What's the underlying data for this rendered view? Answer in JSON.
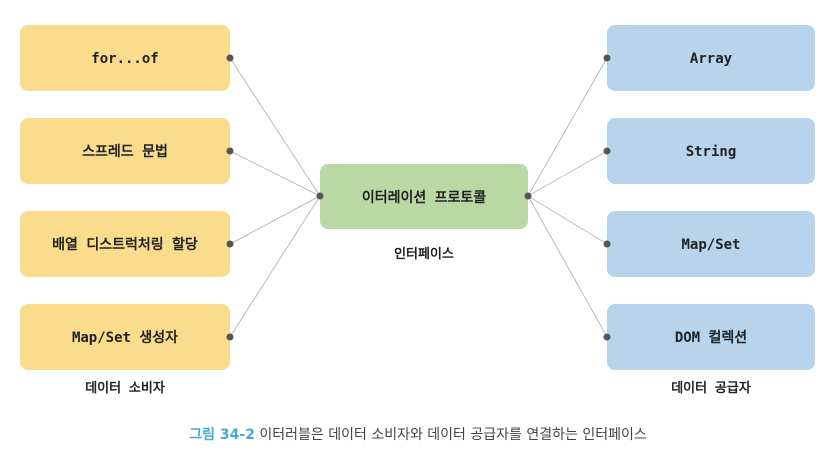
{
  "colors": {
    "consumer_fill": "#f9dc8c",
    "provider_fill": "#b8d4ec",
    "interface_fill": "#b9d8a4",
    "connector_line": "#bbbbbb",
    "connector_dot": "#555555",
    "figure_number": "#4aa8d8"
  },
  "consumers": {
    "caption": "데이터 소비자",
    "items": [
      "for...of",
      "스프레드 문법",
      "배열 디스트럭처링 할당",
      "Map/Set 생성자"
    ]
  },
  "interface": {
    "label": "이터레이션 프로토콜",
    "caption": "인터페이스"
  },
  "providers": {
    "caption": "데이터 공급자",
    "items": [
      "Array",
      "String",
      "Map/Set",
      "DOM 컬렉션"
    ]
  },
  "figure": {
    "number": "그림 34-2",
    "text": "이터러블은 데이터 소비자와 데이터 공급자를 연결하는 인터페이스"
  }
}
